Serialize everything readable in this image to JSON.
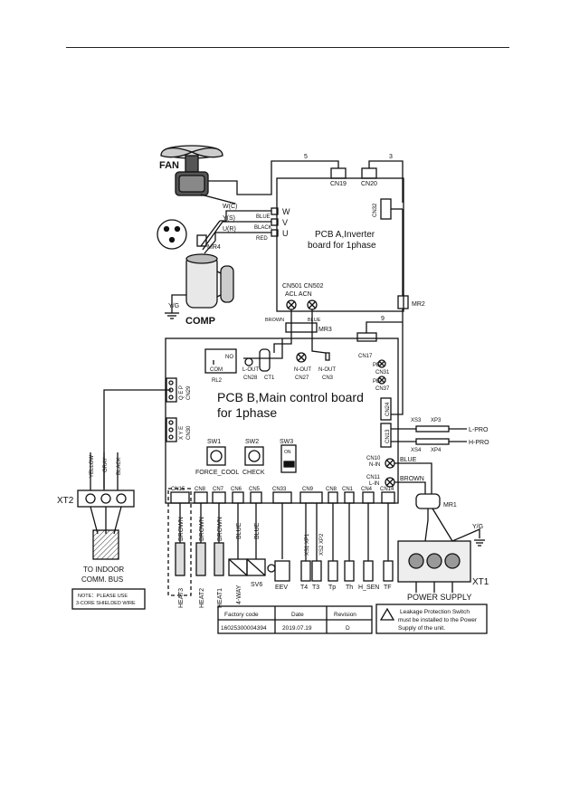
{
  "fan": "FAN",
  "comp": "COMP",
  "yg_comp": "Y/G",
  "yg_supply": "Y/G",
  "wire_5": "5",
  "wire_3": "3",
  "wire_9": "9",
  "cn19": "CN19",
  "cn20": "CN20",
  "cn32": "CN32",
  "mr2": "MR2",
  "mr3": "MR3",
  "mr4": "MR4",
  "mr1": "MR1",
  "w_term": "W",
  "v_term": "V",
  "u_term": "U",
  "wc": "W(C)",
  "ys": "Y(S)",
  "ur": "U(R)",
  "blue1": "BLUE",
  "black1": "BLACK",
  "red1": "RED",
  "pcb_a_line1": "PCB A,Inverter",
  "pcb_a_line2": "board for 1phase",
  "cn501_cn502": "CN501 CN502",
  "acl_acn": "ACL   ACN",
  "brown_mr3": "BROWN",
  "blue_mr3": "BLUE",
  "pcb_b_line1": "PCB B,Main control board",
  "pcb_b_line2": "for 1phase",
  "no": "NO",
  "com": "COM",
  "rl2": "RL2",
  "lout": "L-OUT",
  "cn28": "CN28",
  "ct1": "CT1",
  "nout1": "N-OUT",
  "cn27": "CN27",
  "nout2": "N-OUT",
  "cn3": "CN3",
  "cn17": "CN17",
  "pe1": "PE",
  "cn31": "CN31",
  "pe2": "PE",
  "cn37": "CN37",
  "cn24": "CN24",
  "qep": "Q E P",
  "cn29": "CN29",
  "xye": "X Y E",
  "cn30": "CN30",
  "sw1": "SW1",
  "sw2": "SW2",
  "sw3": "SW3",
  "on": "ON",
  "force_cool": "FORCE_COOL",
  "check": "CHECK",
  "xs3": "XS3",
  "xp3": "XP3",
  "xs4": "XS4",
  "xp4": "XP4",
  "lpro": "L-PRO",
  "hpro": "H-PRO",
  "cn13": "CN13",
  "cn10": "CN10",
  "nin": "N-IN",
  "cn11": "CN11",
  "lin": "L-IN",
  "blue_in": "BLUE",
  "brown_in": "BROWN",
  "cn15": "CN15",
  "cn8": "CN8",
  "cn7": "CN7",
  "cn6": "CN6",
  "cn5": "CN5",
  "cn33": "CN33",
  "cn9": "CN9",
  "cn_8b": "CN8",
  "cn1": "CN1",
  "cn4": "CN4",
  "cn14": "CN14",
  "brown_a": "BROWN",
  "brown_b": "BROWN",
  "brown_c": "BROWN",
  "blue_a": "BLUE",
  "blue_b": "BLUE",
  "xs1_xp1": "XS1  XP1",
  "xs2_xp2": "XS2  XP2",
  "heat3": "HEAT3",
  "heat2": "HEAT2",
  "heat1": "HEAT1",
  "fourway": "4-WAY",
  "sv6": "SV6",
  "eev": "EEV",
  "t4": "T4",
  "t3": "T3",
  "tp": "Tp",
  "th": "Th",
  "hsen": "H_SEN",
  "tf": "TF",
  "xt2": "XT2",
  "yellow": "YELLOW",
  "gray": "GRAY",
  "black2": "BLACK",
  "to_indoor_1": "TO INDOOR",
  "to_indoor_2": "COMM. BUS",
  "note_1": "NOTE：PLEASE USE",
  "note_2": "3-CORE SHIELDED WIRE",
  "xt1": "XT1",
  "power_supply": "POWER SUPPLY",
  "table_headers": [
    "Factory code",
    "Date",
    "Revision"
  ],
  "table_values": [
    "16025300004394",
    "2019.07.19",
    "D"
  ],
  "warning_1": "Leakage Protection Switch",
  "warning_2": "must be installed to the Power",
  "warning_3": "Supply of the unit."
}
